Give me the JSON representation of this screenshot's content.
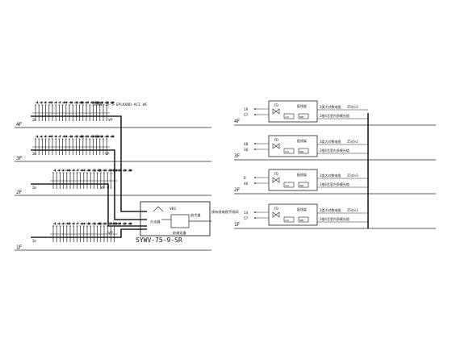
{
  "left": {
    "floors": [
      "4F",
      "3F",
      "2F",
      "1F"
    ],
    "cable_top": "SYWV-75-5-SPLKOOD-ACI WC",
    "vp_label": "VP",
    "tap_labels": [
      "-1 -2 -3 -4",
      "-5 -6 -7 -8",
      "-9 -10 -11 -12",
      "-13 -14 -15 -16",
      "-17 -18 -19 -20"
    ],
    "junction_labels": [
      "2m",
      "2m",
      "2m",
      "2m"
    ],
    "box": {
      "top_label": "VB1",
      "amp_label": "放大器",
      "splitter_label": "分支器",
      "note_label": "前端设备",
      "side_label": "接有线电视干线网",
      "bottom_label": "SYWV-75-9-SR"
    }
  },
  "right": {
    "floors": [
      "4F",
      "3F",
      "2F",
      "1F"
    ],
    "units": [
      {
        "pair_top": "19",
        "pair_bot": "57",
        "tag": "FD",
        "label": "配线架",
        "line1": "3类大对数电缆",
        "spec1": "25对×3",
        "line2": "2根4芯室内多模光缆"
      },
      {
        "pair_top": "40",
        "pair_bot": "36",
        "tag": "FD",
        "label": "配线架",
        "line1": "3类大对数电缆",
        "spec1": "25对×2",
        "line2": "2根4芯室内多模光缆"
      },
      {
        "pair_top": "8",
        "pair_bot": "46",
        "tag": "FD",
        "label": "配线架",
        "line1": "3类大对数电缆",
        "spec1": "25对×3",
        "line2": "2根4芯室内多模光缆"
      },
      {
        "pair_top": "14",
        "pair_bot": "57",
        "tag": "FD",
        "label": "配线架",
        "line1": "3类大对数电缆",
        "spec1": "25对×1",
        "line2": "2根4芯室内多模光缆"
      }
    ],
    "sub_tags": [
      "LIU",
      "HUB"
    ]
  }
}
